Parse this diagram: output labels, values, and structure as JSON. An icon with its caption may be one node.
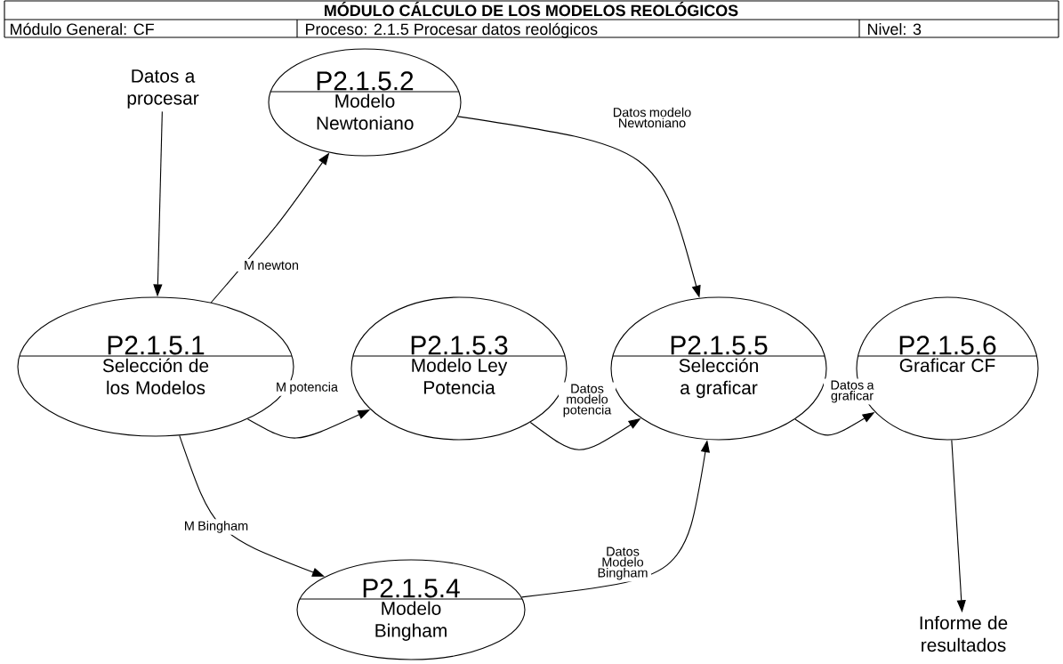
{
  "diagram": {
    "title": "MÓDULO CÁLCULO DE LOS MODELOS REOLÓGICOS",
    "nodes": [
      {
        "text": [
          "Datos a procesar"
        ]
      },
      {
        "text": [
          "P2.1.5.2",
          "Modelo Newtoniano"
        ]
      },
      {
        "text": [
          "P2.1.5.1",
          "Selección de los Modelos"
        ]
      },
      {
        "text": [
          "P2.1.5.3",
          "Modelo Ley Potencia"
        ]
      },
      {
        "text": [
          "P2.1.5.5",
          "Selección a graficar"
        ]
      },
      {
        "text": [
          "P2.1.5.6",
          "Graficar CF"
        ]
      },
      {
        "text": [
          "P2.1.5.4",
          "Modelo Bingham"
        ]
      },
      {
        "text": [
          "Informe de resultados"
        ]
      }
    ],
    "edges": [
      {
        "from": 0,
        "to": 2,
        "arrow": "to"
      },
      {
        "from": 2,
        "to": 1,
        "arrow": "to",
        "label": "M newton"
      },
      {
        "from": 1,
        "to": 4,
        "arrow": "to",
        "label": "Datos modelo Newtoniano"
      },
      {
        "from": 2,
        "to": 3,
        "arrow": "to",
        "label": "M potencia"
      },
      {
        "from": 3,
        "to": 4,
        "arrow": "to",
        "label": "Datos modelo potencia"
      },
      {
        "from": 2,
        "to": 6,
        "arrow": "to",
        "label": "M Bingham"
      },
      {
        "from": 6,
        "to": 4,
        "arrow": "to",
        "label": "Datos Modelo Bingham"
      },
      {
        "from": 4,
        "to": 5,
        "arrow": "to",
        "label": "Datos a graficar"
      },
      {
        "from": 5,
        "to": 7,
        "arrow": "to"
      }
    ],
    "labels": [
      "Módulo General:  CF",
      "Proceso: 2.1.5 Procesar datos reológicos",
      "Nivel: 3"
    ]
  }
}
